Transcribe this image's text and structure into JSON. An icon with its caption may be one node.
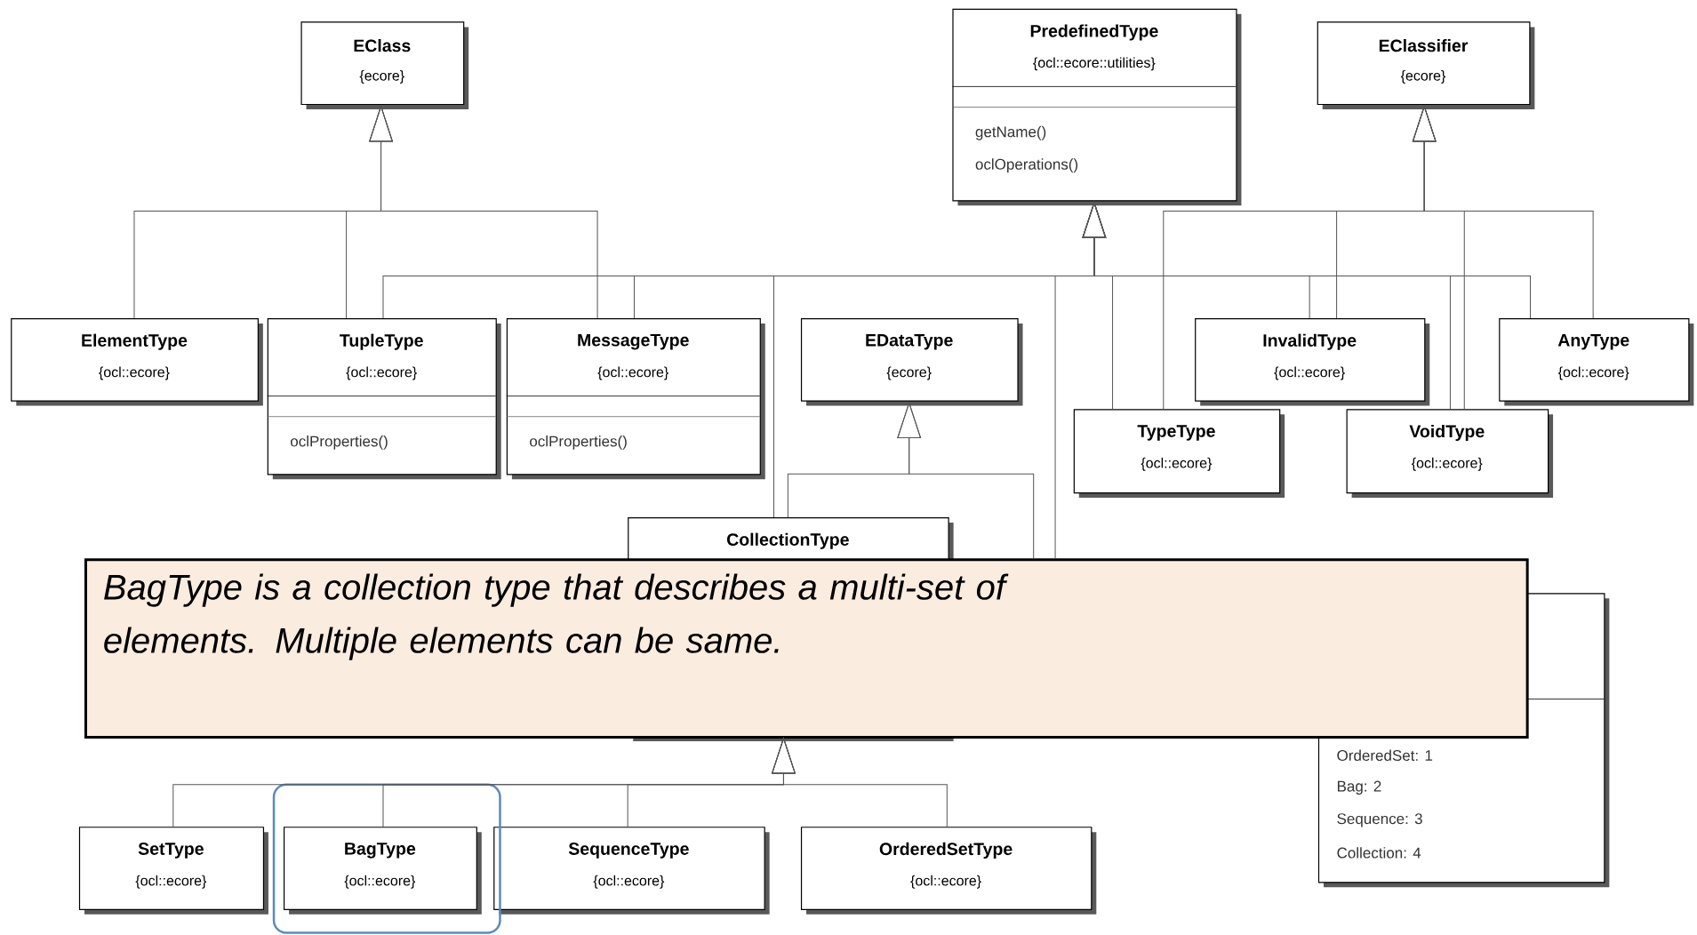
{
  "diagram": {
    "nodes": [
      {
        "text": [
          "EClass",
          "{ecore}"
        ]
      },
      {
        "text": [
          "PredefinedType",
          "{ocl::ecore::utilities}",
          "getName()",
          "oclOperations()"
        ]
      },
      {
        "text": [
          "EClassifier",
          "{ecore}"
        ]
      },
      {
        "text": [
          "ElementType",
          "{ocl::ecore}"
        ]
      },
      {
        "text": [
          "TupleType",
          "{ocl::ecore}",
          "oclProperties()"
        ]
      },
      {
        "text": [
          "MessageType",
          "{ocl::ecore}",
          "oclProperties()"
        ]
      },
      {
        "text": [
          "EDataType",
          "{ecore}"
        ]
      },
      {
        "text": [
          "InvalidType",
          "{ocl::ecore}"
        ]
      },
      {
        "text": [
          "AnyType",
          "{ocl::ecore}"
        ]
      },
      {
        "text": [
          "TypeType",
          "{ocl::ecore}"
        ]
      },
      {
        "text": [
          "VoidType",
          "{ocl::ecore}"
        ]
      },
      {
        "text": [
          "CollectionType"
        ]
      },
      {
        "text": [
          "BagType is a collection type that describes a multi-set of elements. Multiple elements can be same."
        ]
      },
      {
        "text": [
          "OrderedSet: 1",
          "Bag: 2",
          "Sequence: 3",
          "Collection: 4"
        ]
      },
      {
        "text": [
          "SetType",
          "{ocl::ecore}"
        ]
      },
      {
        "text": [
          "BagType",
          "{ocl::ecore}"
        ]
      },
      {
        "text": [
          "SequenceType",
          "{ocl::ecore}"
        ]
      },
      {
        "text": [
          "OrderedSetType",
          "{ocl::ecore}"
        ]
      }
    ],
    "edges": [
      {
        "from": 3,
        "to": 0,
        "arrow": "to"
      },
      {
        "from": 4,
        "to": 0,
        "arrow": "to"
      },
      {
        "from": 5,
        "to": 0,
        "arrow": "to"
      },
      {
        "from": 4,
        "to": 1,
        "arrow": "to"
      },
      {
        "from": 5,
        "to": 1,
        "arrow": "to"
      },
      {
        "from": 11,
        "to": 1,
        "arrow": "to"
      },
      {
        "from": 12,
        "to": 1,
        "arrow": "to"
      },
      {
        "from": 9,
        "to": 1,
        "arrow": "to"
      },
      {
        "from": 7,
        "to": 1,
        "arrow": "to"
      },
      {
        "from": 10,
        "to": 1,
        "arrow": "to"
      },
      {
        "from": 8,
        "to": 1,
        "arrow": "to"
      },
      {
        "from": 9,
        "to": 2,
        "arrow": "to"
      },
      {
        "from": 7,
        "to": 2,
        "arrow": "to"
      },
      {
        "from": 10,
        "to": 2,
        "arrow": "to"
      },
      {
        "from": 8,
        "to": 2,
        "arrow": "to"
      },
      {
        "from": 11,
        "to": 6,
        "arrow": "to"
      },
      {
        "from": 12,
        "to": 6,
        "arrow": "to"
      },
      {
        "from": 14,
        "to": 11,
        "arrow": "to"
      },
      {
        "from": 15,
        "to": 11,
        "arrow": "to"
      },
      {
        "from": 16,
        "to": 11,
        "arrow": "to"
      },
      {
        "from": 17,
        "to": 11,
        "arrow": "to"
      }
    ]
  }
}
